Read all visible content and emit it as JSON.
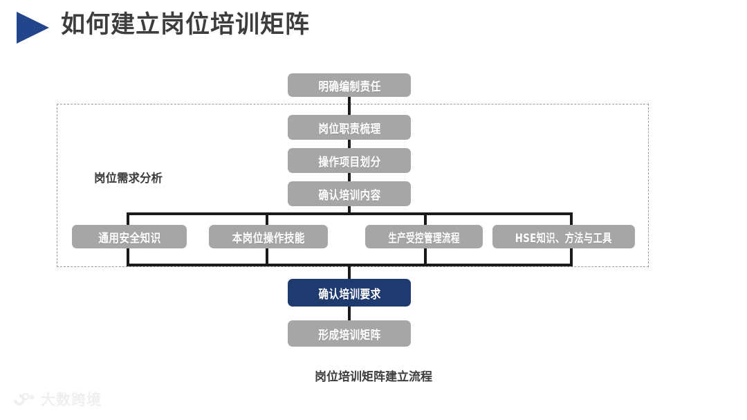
{
  "header": {
    "title": "如何建立岗位培训矩阵",
    "triangle_icon": "play-triangle-icon",
    "triangle_color": "#23458c",
    "title_color": "#3d3d3d"
  },
  "diagram": {
    "caption": "岗位培训矩阵建立流程",
    "group_label": "岗位需求分析",
    "box_color": "#a6a6a6",
    "highlight_color": "#1f3a6e",
    "connector_color": "#1a1a1a",
    "dashed_border_color": "#9a9a9a",
    "nodes": {
      "n0": "明确编制责任",
      "n1": "岗位职责梳理",
      "n2": "操作项目划分",
      "n3": "确认培训内容",
      "c0": "通用安全知识",
      "c1": "本岗位操作技能",
      "c2": "生产受控管理流程",
      "c3": "HSE知识、方法与工具",
      "n4": "确认培训要求",
      "n5": "形成培训矩阵"
    }
  },
  "watermark": {
    "text": "大数跨境",
    "mark": "dashu-kuajing-logo-icon"
  }
}
